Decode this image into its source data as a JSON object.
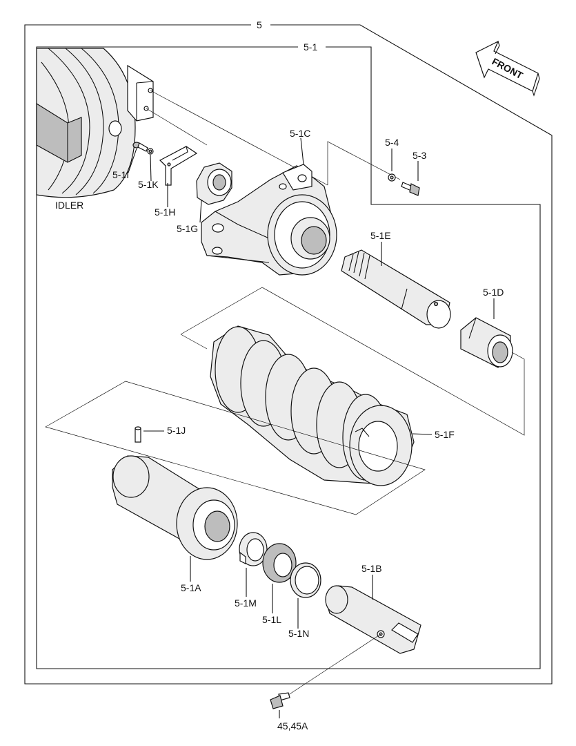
{
  "labels": {
    "assembly": "5",
    "sub_assembly": "5-1",
    "front": "FRONT",
    "idler": "IDLER",
    "p_5_4": "5-4",
    "p_5_3": "5-3",
    "p_5_1C": "5-1C",
    "p_5_1I": "5-1I",
    "p_5_1K": "5-1K",
    "p_5_1H": "5-1H",
    "p_5_1G": "5-1G",
    "p_5_1E": "5-1E",
    "p_5_1D": "5-1D",
    "p_5_1F": "5-1F",
    "p_5_1J": "5-1J",
    "p_5_1A": "5-1A",
    "p_5_1M": "5-1M",
    "p_5_1L": "5-1L",
    "p_5_1N": "5-1N",
    "p_5_1B": "5-1B",
    "p_45_45A": "45,45A"
  },
  "colors": {
    "line": "#111111",
    "part_fill": "#ececec",
    "dark_fill": "#bdbdbd",
    "background": "#ffffff"
  }
}
